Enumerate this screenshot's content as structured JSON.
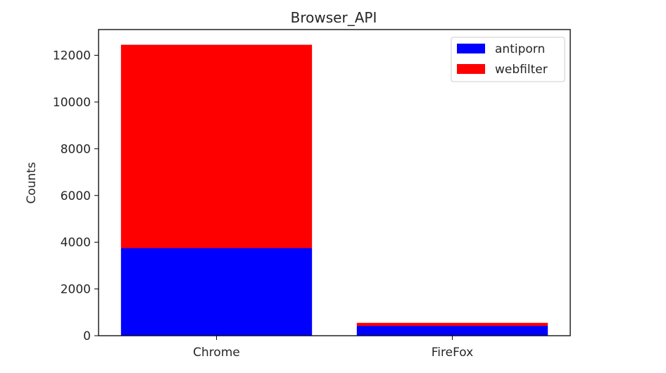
{
  "chart_data": {
    "type": "bar",
    "stacked": true,
    "title": "Browser_API",
    "xlabel": "",
    "ylabel": "Counts",
    "categories": [
      "Chrome",
      "FireFox"
    ],
    "series": [
      {
        "name": "antiporn",
        "values": [
          3750,
          420
        ],
        "color": "#0000ff"
      },
      {
        "name": "webfilter",
        "values": [
          8700,
          130
        ],
        "color": "#ff0000"
      }
    ],
    "ylim": [
      0,
      13100
    ],
    "yticks": [
      0,
      2000,
      4000,
      6000,
      8000,
      10000,
      12000
    ],
    "grid": false,
    "legend_position": "top-right"
  }
}
